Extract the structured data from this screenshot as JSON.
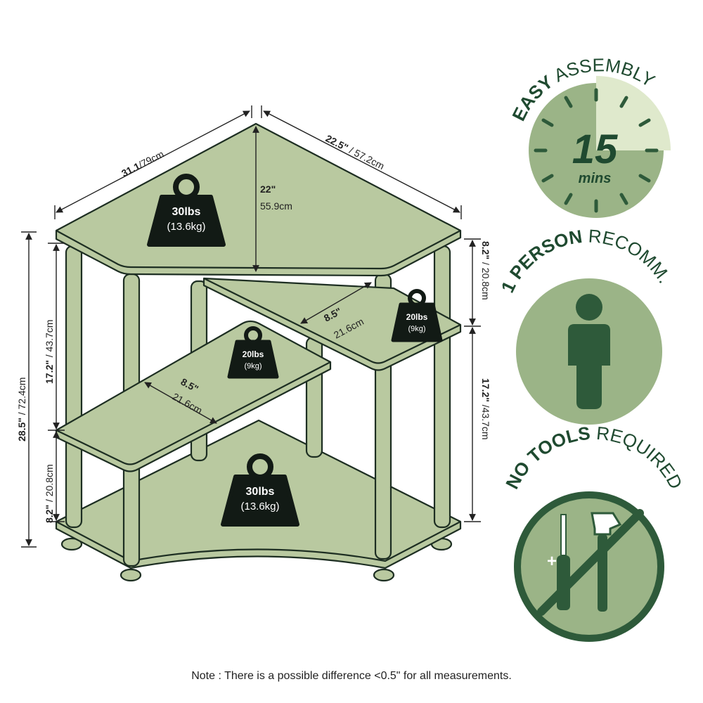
{
  "colors": {
    "shelf_fill": "#b9c9a0",
    "outline": "#1d2e22",
    "weight_badge": "#121a15",
    "badge_dark": "#2e5a3a",
    "badge_light": "#c9d9ae",
    "badge_mid": "#9bb487"
  },
  "dimensions": {
    "left_width_bold": "31.1",
    "left_width_rest": "/79cm",
    "right_width_bold": "22.5\"",
    "right_width_rest": " / 57.2cm",
    "depth_bold": "22\"",
    "depth_cm": "55.9cm",
    "top_gap_bold": "8.2\"",
    "top_gap_rest": " / 20.8cm",
    "right_mid_bold": "17.2\"",
    "right_mid_rest": " /43.7cm",
    "total_height_bold": "28.5\"",
    "total_height_rest": " / 72.4cm",
    "left_mid_bold": "17.2\"",
    "left_mid_rest": " / 43.7cm",
    "bottom_gap_bold": "8.2\"",
    "bottom_gap_rest": " / 20.8cm",
    "upper_shelf_depth_bold": "8.5\"",
    "upper_shelf_depth_cm": "21.6cm",
    "lower_shelf_depth_bold": "8.5\"",
    "lower_shelf_depth_cm": "21.6cm"
  },
  "weights": {
    "top": {
      "lbs": "30lbs",
      "kg": "(13.6kg)"
    },
    "upper_small": {
      "lbs": "20lbs",
      "kg": "(9kg)"
    },
    "middle_small": {
      "lbs": "20lbs",
      "kg": "(9kg)"
    },
    "bottom": {
      "lbs": "30lbs",
      "kg": "(13.6kg)"
    }
  },
  "badges": {
    "assembly": {
      "bold": "EASY",
      "rest": " ASSEMBLY",
      "number": "15",
      "unit": "mins",
      "icon": "clock-icon"
    },
    "person": {
      "bold": "1 PERSON",
      "rest": " RECOMM.",
      "icon": "person-icon"
    },
    "tools": {
      "bold": "NO TOOLS",
      "rest": " REQUIRED",
      "icon": "no-tools-icon"
    }
  },
  "note": "Note : There is a possible difference <0.5\" for all measurements."
}
